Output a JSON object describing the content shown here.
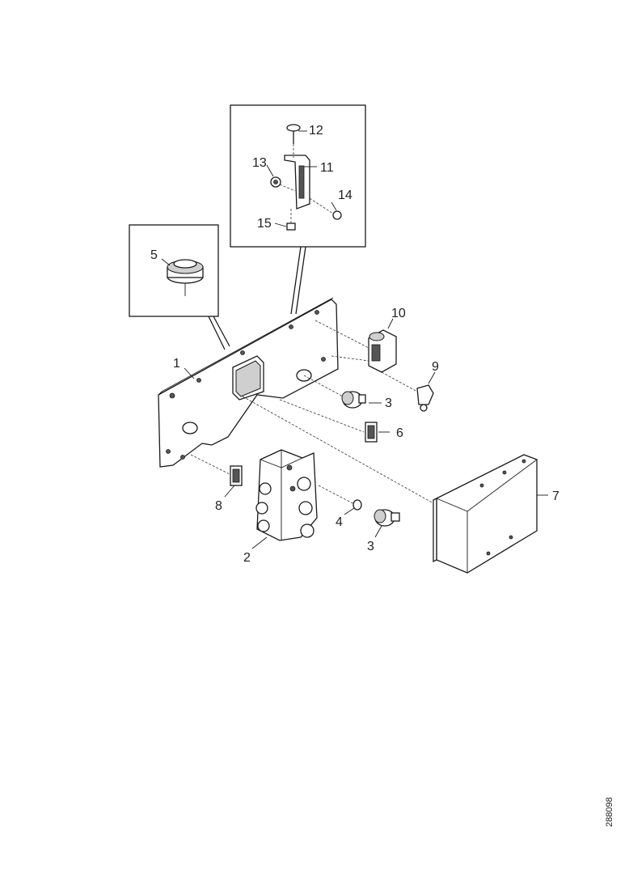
{
  "labels": {
    "l1": "1",
    "l2": "2",
    "l3a": "3",
    "l3b": "3",
    "l4": "4",
    "l5": "5",
    "l6": "6",
    "l7": "7",
    "l8": "8",
    "l9": "9",
    "l10": "10",
    "l11": "11",
    "l12": "12",
    "l13": "13",
    "l14": "14",
    "l15": "15"
  },
  "doc_code": "288098"
}
